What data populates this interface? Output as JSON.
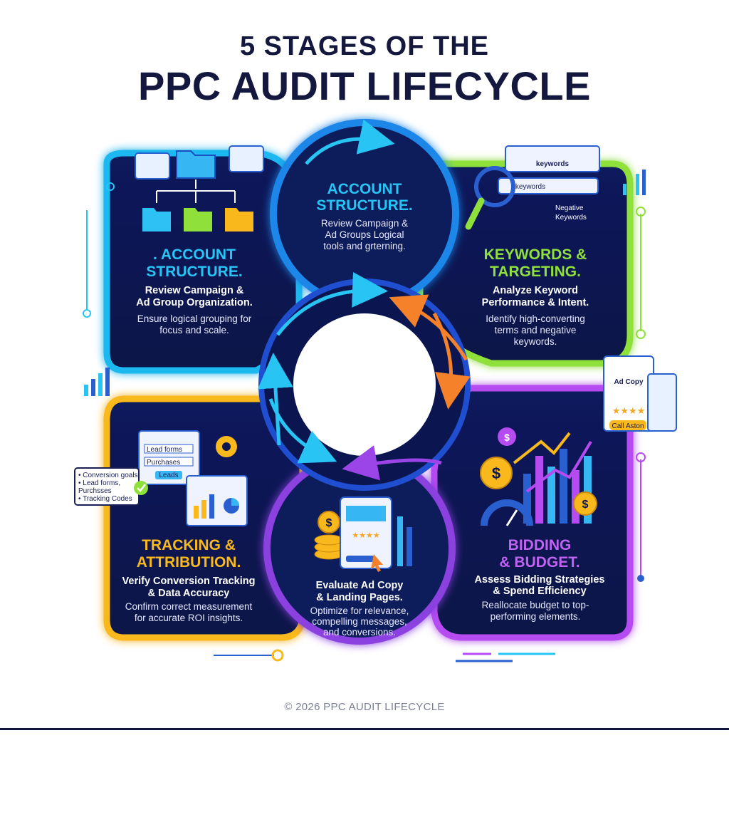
{
  "title": {
    "line1": "5 STAGES OF THE",
    "line2": "PPC AUDIT LIFECYCLE"
  },
  "stages": {
    "account_top": {
      "heading": [
        "ACCOUNT",
        "STRUCTURE."
      ],
      "body": [
        "Review Campaign &",
        "Ad Groups Logical",
        "tools and grterning."
      ],
      "color": "#27c4f4"
    },
    "account": {
      "heading": [
        ". ACCOUNT",
        "STRUCTURE."
      ],
      "subheading": [
        "Review Campaign &",
        "Ad Group Organization."
      ],
      "body": [
        "Ensure logical grouping for",
        "focus and scale."
      ],
      "color": "#1fb8f0"
    },
    "keywords": {
      "heading": [
        "KEYWORDS &",
        "TARGETING."
      ],
      "subheading": [
        "Analyze Keyword",
        "Performance & Intent."
      ],
      "body": [
        "Identify high-converting",
        "terms and negative",
        "keywords."
      ],
      "color": "#8fe03a"
    },
    "tracking": {
      "heading": [
        "TRACKING &",
        "ATTRIBUTION."
      ],
      "subheading": [
        "Verify Conversion Tracking",
        "& Data Accuracy"
      ],
      "body": [
        "Confirm correct measurement",
        "for accurate ROI insights."
      ],
      "color": "#f9b81b"
    },
    "adcopy": {
      "subheading": [
        "Evaluate Ad Copy",
        "& Landing Pages."
      ],
      "body": [
        "Optimize for relevance,",
        "compelling messages,",
        "and conversions."
      ],
      "color": "#8b3fe0"
    },
    "bidding": {
      "heading": [
        "BIDDING",
        "& BUDGET."
      ],
      "subheading": [
        "Assess Bidding Strategies",
        "& Spend Efficiency"
      ],
      "body": [
        "Reallocate budget to top-",
        "performing elements."
      ],
      "color": "#b54bf0"
    }
  },
  "ui_labels": {
    "search_box_top": "keywords",
    "search_box": "keywords",
    "negative": [
      "Negative",
      "Keywords"
    ],
    "ad_copy": "Ad Copy",
    "call_action": "Call Aston",
    "form_field_1": "Lead forms",
    "form_field_2": "Purchases",
    "form_button": "Leads",
    "callout": [
      "• Conversion goals",
      "• Lead forms,",
      "  Purchsses",
      "• Tracking Codes"
    ]
  },
  "footer": "© 2026 PPC AUDIT LIFECYCLE"
}
